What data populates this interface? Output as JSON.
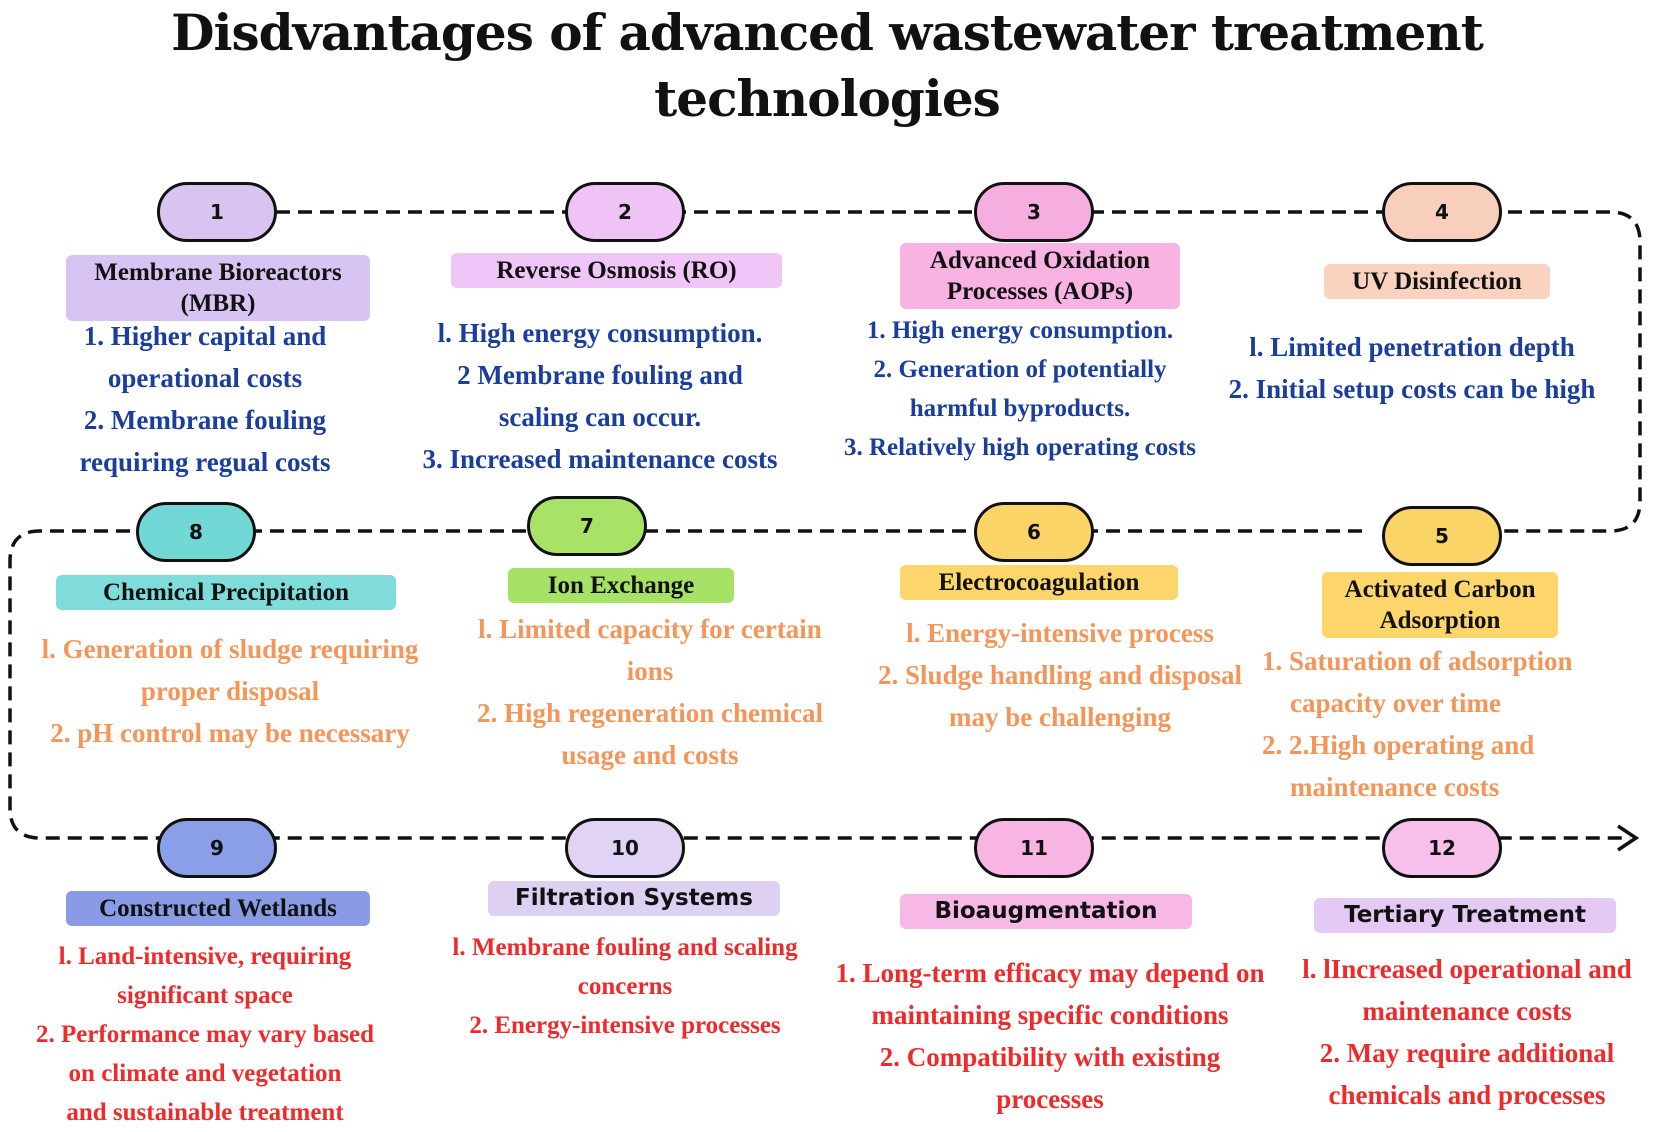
{
  "title": "Disdvantages of advanced wastewater treatment technologies",
  "colors": {
    "blue_text": "#1a3e9e",
    "orange_text": "#f4955a",
    "red_text": "#ee2a2a",
    "line": "#111111"
  },
  "steps": [
    {
      "number": "1",
      "label": "Membrane Bioreactors (MBR)",
      "pill_color": "#d9c3f0",
      "label_color": "#d8c4f2",
      "points": [
        "1. Higher capital and",
        "operational costs",
        "2. Membrane fouling",
        "requiring regual costs"
      ]
    },
    {
      "number": "2",
      "label": "Reverse Osmosis (RO)",
      "pill_color": "#efc3f5",
      "label_color": "#efc6f7",
      "points": [
        "l.  High energy consumption.",
        "2  Membrane fouling and",
        "scaling can occur.",
        "3. Increased maintenance costs"
      ]
    },
    {
      "number": "3",
      "label": "Advanced Oxidation Processes (AOPs)",
      "pill_color": "#f6aee1",
      "label_color": "#f8b3e2",
      "points": [
        "1. High energy consumption.",
        "2. Generation of potentially",
        "harmful byproducts.",
        "3. Relatively high operating costs"
      ]
    },
    {
      "number": "4",
      "label": "UV Disinfection",
      "pill_color": "#f8cfbd",
      "label_color": "#f9d2c0",
      "points": [
        "l.  Limited penetration depth",
        "2. Initial setup costs can be high"
      ]
    },
    {
      "number": "5",
      "label": "Activated Carbon Adsorption",
      "pill_color": "#fbd467",
      "label_color": "#fcd66b",
      "points": [
        "1. Saturation of adsorption",
        "capacity over time",
        "2. 2.High operating and",
        "maintenance costs"
      ]
    },
    {
      "number": "6",
      "label": "Electrocoagulation",
      "pill_color": "#fbd467",
      "label_color": "#fcd66b",
      "points": [
        "l.  Energy-intensive process",
        "2. Sludge handling and disposal",
        "may be challenging"
      ]
    },
    {
      "number": "7",
      "label": "Ion Exchange",
      "pill_color": "#a8e266",
      "label_color": "#a6e265",
      "points": [
        "l. Limited capacity for certain",
        "ions",
        "2. High regeneration chemical",
        "usage and costs"
      ]
    },
    {
      "number": "8",
      "label": "Chemical Precipitation",
      "pill_color": "#72d8d6",
      "label_color": "#7fdcda",
      "points": [
        "l. Generation of sludge requiring",
        "proper disposal",
        "2. pH control may be necessary"
      ]
    },
    {
      "number": "9",
      "label": "Constructed Wetlands",
      "pill_color": "#8b9ee8",
      "label_color": "#8a9be6",
      "points": [
        "l.  Land-intensive, requiring",
        "significant space",
        "2. Performance may vary based",
        "on climate and vegetation",
        "and sustainable treatment"
      ]
    },
    {
      "number": "10",
      "label": "Filtration Systems",
      "pill_color": "#e0d3f6",
      "label_color": "#ddd0f3",
      "points": [
        "l. Membrane fouling and scaling",
        "concerns",
        "2. Energy-intensive processes"
      ]
    },
    {
      "number": "11",
      "label": "Bioaugmentation",
      "pill_color": "#f8b5e4",
      "label_color": "#f7b8e5",
      "points": [
        "1. Long-term efficacy may depend on",
        "maintaining specific conditions",
        "2. Compatibility with existing",
        "processes"
      ]
    },
    {
      "number": "12",
      "label": "Tertiary Treatment",
      "pill_color": "#f6c0ea",
      "label_color": "#e3c9f4",
      "points": [
        "l.  lIncreased operational and",
        "maintenance costs",
        "2. May require additional",
        "chemicals and processes"
      ]
    }
  ]
}
